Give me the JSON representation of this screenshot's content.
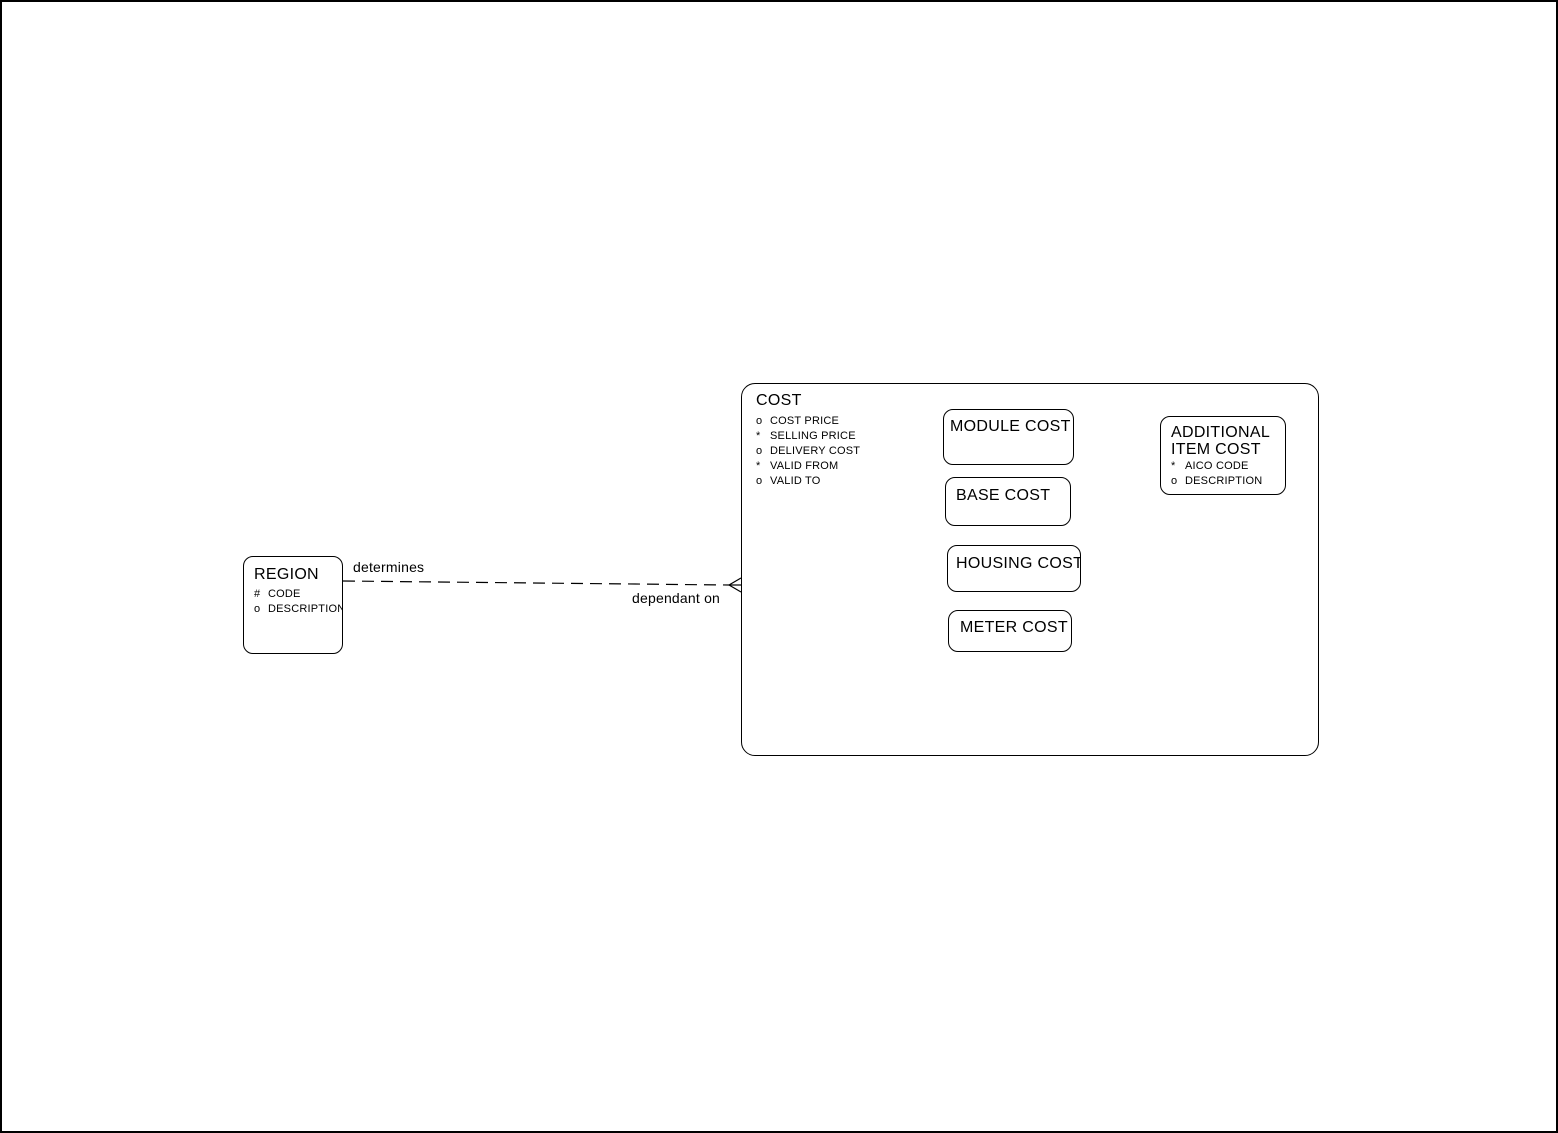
{
  "colors": {
    "line": "#000000",
    "background": "#ffffff"
  },
  "region": {
    "title": "REGION",
    "attributes": [
      {
        "tag": "#",
        "label": "CODE"
      },
      {
        "tag": "o",
        "label": "DESCRIPTION"
      }
    ]
  },
  "cost": {
    "title": "COST",
    "attributes": [
      {
        "tag": "o",
        "label": "COST PRICE"
      },
      {
        "tag": "*",
        "label": "SELLING PRICE"
      },
      {
        "tag": "o",
        "label": "DELIVERY COST"
      },
      {
        "tag": "*",
        "label": "VALID FROM"
      },
      {
        "tag": "o",
        "label": "VALID TO"
      }
    ],
    "subtypes": {
      "module": {
        "title": "MODULE COST"
      },
      "base": {
        "title": "BASE COST"
      },
      "housing": {
        "title": "HOUSING COST"
      },
      "meter": {
        "title": "METER COST"
      },
      "additional": {
        "title_line1": "ADDITIONAL",
        "title_line2": "ITEM COST",
        "attributes": [
          {
            "tag": "*",
            "label": "AICO CODE"
          },
          {
            "tag": "o",
            "label": "DESCRIPTION"
          }
        ]
      }
    }
  },
  "relationship": {
    "label_from": "determines",
    "label_to": "dependant on",
    "line_style": "dashed",
    "to_cardinality": "many"
  }
}
